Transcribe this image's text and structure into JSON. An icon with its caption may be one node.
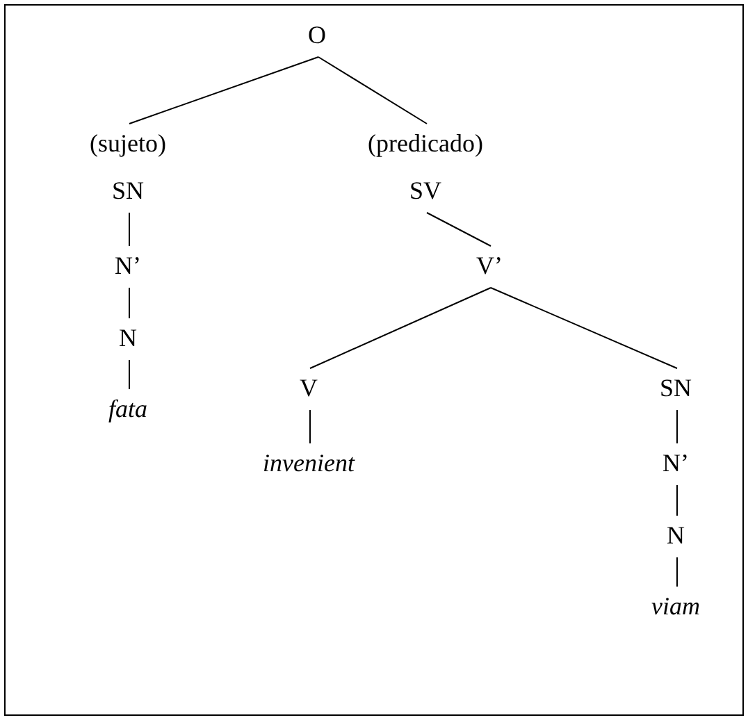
{
  "diagram": {
    "nodes": [
      {
        "text": [
          "O"
        ]
      },
      {
        "text": [
          "(sujeto)",
          "SN"
        ]
      },
      {
        "text": [
          "N’"
        ]
      },
      {
        "text": [
          "N"
        ]
      },
      {
        "text": [
          "*fata*"
        ]
      },
      {
        "text": [
          "(predicado)",
          "SV"
        ]
      },
      {
        "text": [
          "V’"
        ]
      },
      {
        "text": [
          "V"
        ]
      },
      {
        "text": [
          "*invenient*"
        ]
      },
      {
        "text": [
          "SN"
        ]
      },
      {
        "text": [
          "N’"
        ]
      },
      {
        "text": [
          "N"
        ]
      },
      {
        "text": [
          "*viam*"
        ]
      }
    ],
    "edges": [
      {
        "from": 0,
        "to": 1,
        "arrow": "none"
      },
      {
        "from": 0,
        "to": 5,
        "arrow": "none"
      },
      {
        "from": 1,
        "to": 2,
        "arrow": "none"
      },
      {
        "from": 2,
        "to": 3,
        "arrow": "none"
      },
      {
        "from": 3,
        "to": 4,
        "arrow": "none"
      },
      {
        "from": 5,
        "to": 6,
        "arrow": "none"
      },
      {
        "from": 6,
        "to": 7,
        "arrow": "none"
      },
      {
        "from": 6,
        "to": 9,
        "arrow": "none"
      },
      {
        "from": 7,
        "to": 8,
        "arrow": "none"
      },
      {
        "from": 9,
        "to": 10,
        "arrow": "none"
      },
      {
        "from": 10,
        "to": 11,
        "arrow": "none"
      },
      {
        "from": 11,
        "to": 12,
        "arrow": "none"
      }
    ]
  }
}
